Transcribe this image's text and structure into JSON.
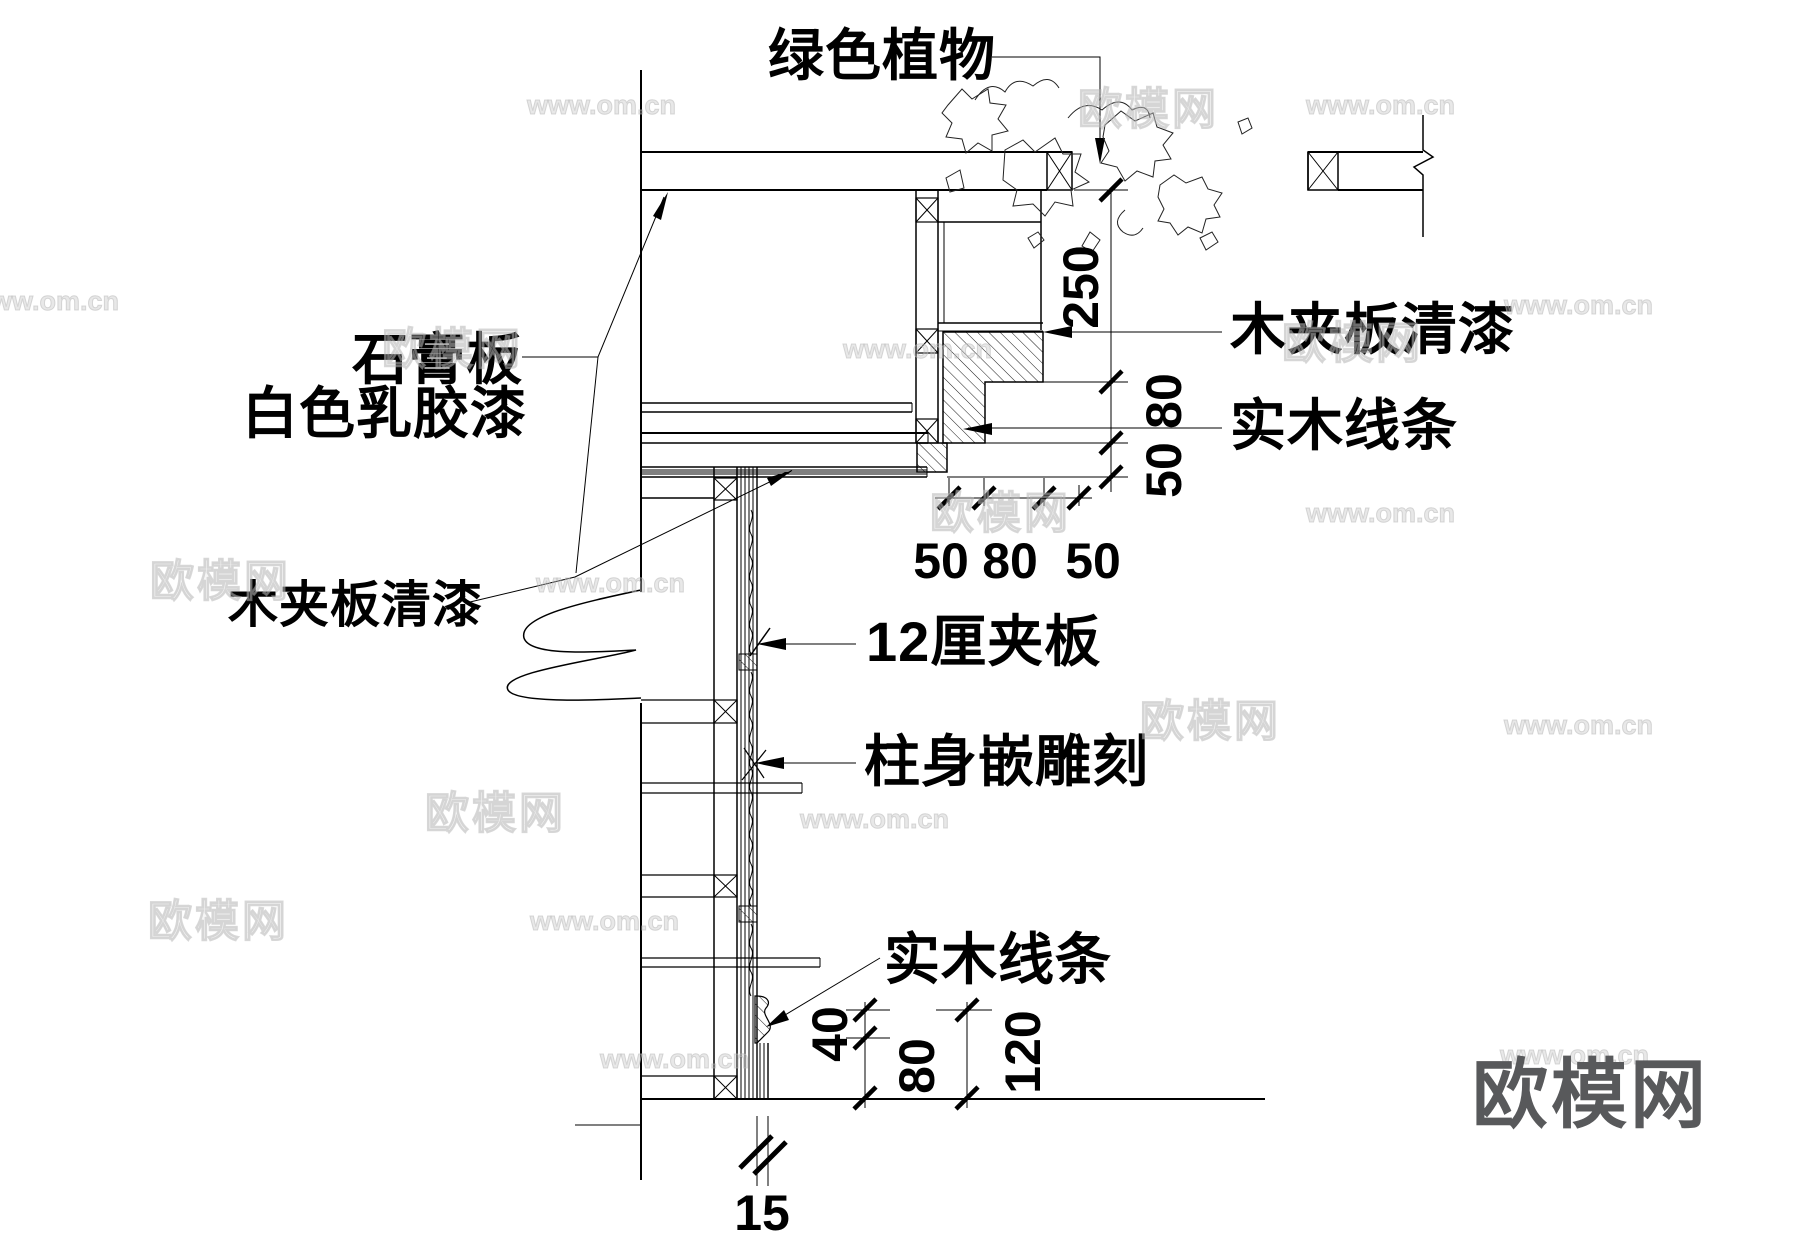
{
  "labels": {
    "plant": "绿色植物",
    "gypsum": "石膏板",
    "latex_paint": "白色乳胶漆",
    "plywood_varnish_left": "木夹板清漆",
    "plywood_varnish_right": "木夹板清漆",
    "solid_wood_moulding_right": "实木线条",
    "plywood_12mm": "12厘夹板",
    "column_carving": "柱身嵌雕刻",
    "solid_wood_moulding_bottom": "实木线条"
  },
  "dimensions": {
    "cornice_vertical": [
      "250",
      "80",
      "50"
    ],
    "cornice_horizontal": [
      "50",
      "80",
      "50"
    ],
    "skirting_heights": [
      "40",
      "80",
      "120"
    ],
    "skirting_thickness": "15"
  },
  "watermarks": {
    "url": "www.om.cn",
    "brand": "欧模网"
  },
  "logo": {
    "text": "欧模网",
    "color": "#58595b"
  }
}
